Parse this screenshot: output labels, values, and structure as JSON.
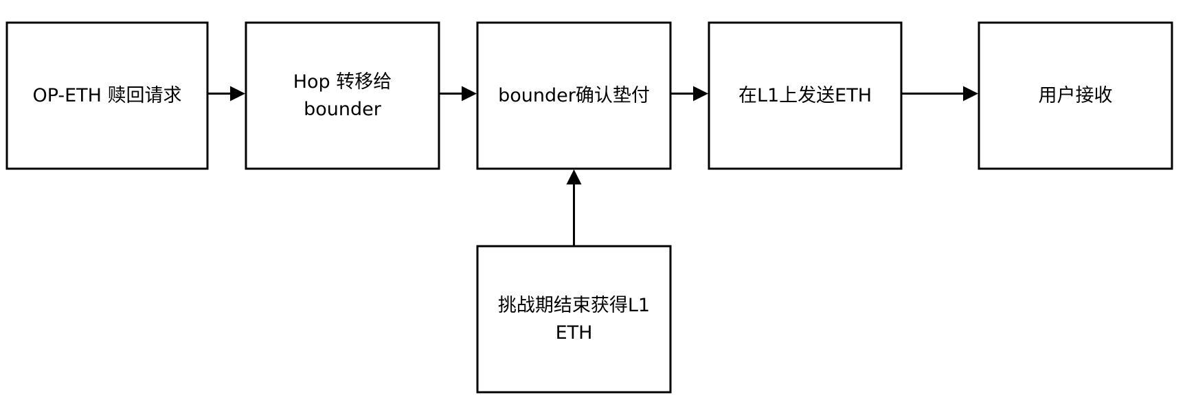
{
  "diagram": {
    "nodes": [
      {
        "id": "redeem-request",
        "lines": [
          "OP-ETH 赎回请求"
        ]
      },
      {
        "id": "hop-transfer",
        "lines": [
          "Hop 转移给",
          "bounder"
        ]
      },
      {
        "id": "bounder-confirm",
        "lines": [
          "bounder确认垫付"
        ]
      },
      {
        "id": "send-l1",
        "lines": [
          "在L1上发送ETH"
        ]
      },
      {
        "id": "user-receive",
        "lines": [
          "用户接收"
        ]
      },
      {
        "id": "challenge-end",
        "lines": [
          "挑战期结束获得L1",
          "ETH"
        ]
      }
    ],
    "edges": [
      {
        "from": "redeem-request",
        "to": "hop-transfer"
      },
      {
        "from": "hop-transfer",
        "to": "bounder-confirm"
      },
      {
        "from": "bounder-confirm",
        "to": "send-l1"
      },
      {
        "from": "send-l1",
        "to": "user-receive"
      },
      {
        "from": "challenge-end",
        "to": "bounder-confirm"
      }
    ]
  }
}
